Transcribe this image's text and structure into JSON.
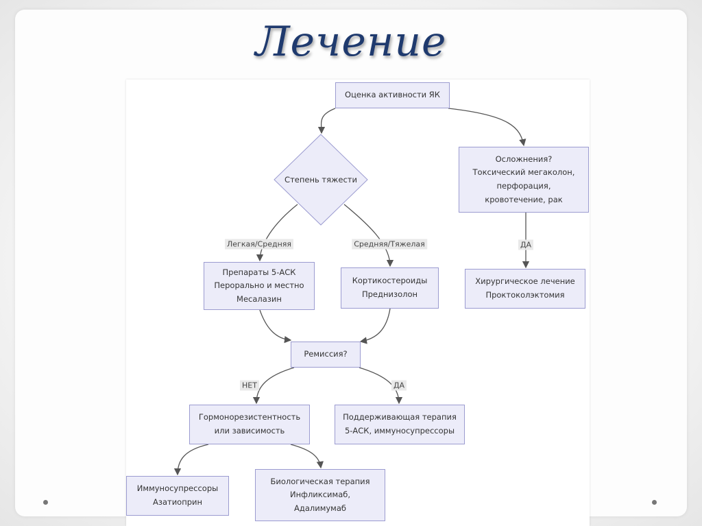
{
  "slide": {
    "title": "Лечение"
  },
  "flowchart": {
    "nodes": {
      "assess": "Оценка активности ЯК",
      "severity": "Степень тяжести",
      "complications": "Осложнения?\nТоксический мегаколон,\nперфорация,\nкровотечение, рак",
      "asa": "Препараты 5-АСК\nПерорально и местно\nМесалазин",
      "steroids": "Кортикостероиды\nПреднизолон",
      "surgery": "Хирургическое лечение\nПроктоколэктомия",
      "remission": "Ремиссия?",
      "resistance": "Гормонорезистентность\nили зависимость",
      "maintenance": "Поддерживающая терапия\n5-АСК, иммуносупрессоры",
      "immuno": "Иммуносупрессоры\nАзатиоприн",
      "biologic": "Биологическая терапия\nИнфликсимаб,\nАдалимумаб"
    },
    "edge_labels": {
      "mild_moderate": "Легкая/Средняя",
      "moderate_severe": "Средняя/Тяжелая",
      "complications_yes": "ДА",
      "remission_no": "НЕТ",
      "remission_yes": "ДА"
    }
  },
  "colors": {
    "node_fill": "#ececf9",
    "node_border": "#9b9bd0",
    "edge": "#555555",
    "title": "#1f3a6e"
  }
}
